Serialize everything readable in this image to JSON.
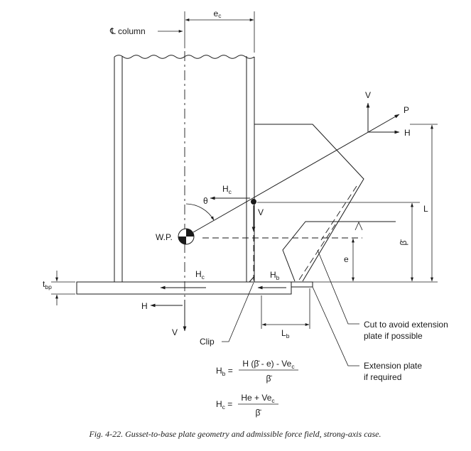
{
  "colors": {
    "ink": "#1a1a1a",
    "background": "#ffffff"
  },
  "labels": {
    "ec": {
      "main": "e",
      "sub": "c"
    },
    "column_cl": "℄ column",
    "v_top": "V",
    "p": "P",
    "h_right": "H",
    "L": "L",
    "hc_node": {
      "main": "H",
      "sub": "c"
    },
    "theta": "θ",
    "v_node": "V",
    "beta_bar": "β̄",
    "wp": "W.P.",
    "e": "e",
    "hc_plate": {
      "main": "H",
      "sub": "c"
    },
    "hb": {
      "main": "H",
      "sub": "b"
    },
    "tbp": {
      "main": "t",
      "sub": "bp"
    },
    "h_bottom": "H",
    "v_bottom": "V",
    "clip": "Clip",
    "lb": {
      "main": "L",
      "sub": "b"
    },
    "cut_note": [
      "Cut to avoid extension",
      "plate if possible"
    ],
    "ext_note": [
      "Extension plate",
      "if required"
    ]
  },
  "formulas": {
    "hb": {
      "lhs_main": "H",
      "lhs_sub": "b",
      "eq": " =",
      "num_main": "H (β̄ - e) - Ve",
      "num_sub": "c",
      "den": "β̄"
    },
    "hc": {
      "lhs_main": "H",
      "lhs_sub": "c",
      "eq": " =",
      "num_main": "He + Ve",
      "num_sub": "c",
      "den": "β̄"
    }
  },
  "caption": "Fig. 4-22. Gusset-to-base plate geometry and admissible force field, strong-axis case."
}
